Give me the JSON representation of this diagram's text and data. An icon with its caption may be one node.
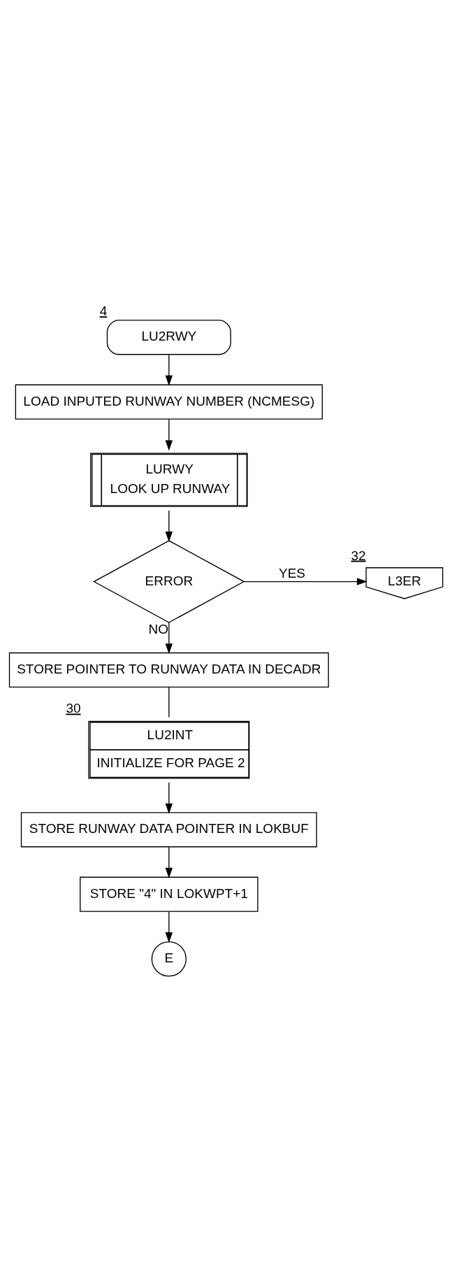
{
  "diagram": {
    "nodes": [
      {
        "text": [
          "LU2RWY"
        ],
        "beside": [
          "4"
        ]
      },
      {
        "text": [
          "LOAD INPUTED RUNWAY NUMBER (NCMESG)"
        ]
      },
      {
        "text": [
          "LURWY",
          "LOOK UP RUNWAY"
        ]
      },
      {
        "text": [
          "ERROR"
        ]
      },
      {
        "text": [
          "L3ER"
        ],
        "beside": [
          "32"
        ]
      },
      {
        "text": [
          "STORE POINTER TO RUNWAY DATA IN DECADR"
        ]
      },
      {
        "text": [
          "LU2INT",
          "INITIALIZE FOR PAGE 2"
        ],
        "beside": [
          "30"
        ]
      },
      {
        "text": [
          "STORE RUNWAY DATA POINTER IN LOKBUF"
        ]
      },
      {
        "text": [
          "STORE \"4\" IN LOKWPT+1"
        ]
      },
      {
        "text": [
          "E"
        ]
      }
    ],
    "edges": [
      {
        "from": 0,
        "to": 1,
        "arrow": "to"
      },
      {
        "from": 1,
        "to": 2,
        "arrow": "to"
      },
      {
        "from": 2,
        "to": 3,
        "arrow": "to"
      },
      {
        "from": 3,
        "to": 4,
        "arrow": "to",
        "label": "YES"
      },
      {
        "from": 3,
        "to": 5,
        "arrow": "to",
        "label": "NO"
      },
      {
        "from": 5,
        "to": 6,
        "arrow": "none"
      },
      {
        "from": 6,
        "to": 7,
        "arrow": "to"
      },
      {
        "from": 7,
        "to": 8,
        "arrow": "to"
      },
      {
        "from": 8,
        "to": 9,
        "arrow": "to"
      }
    ]
  }
}
